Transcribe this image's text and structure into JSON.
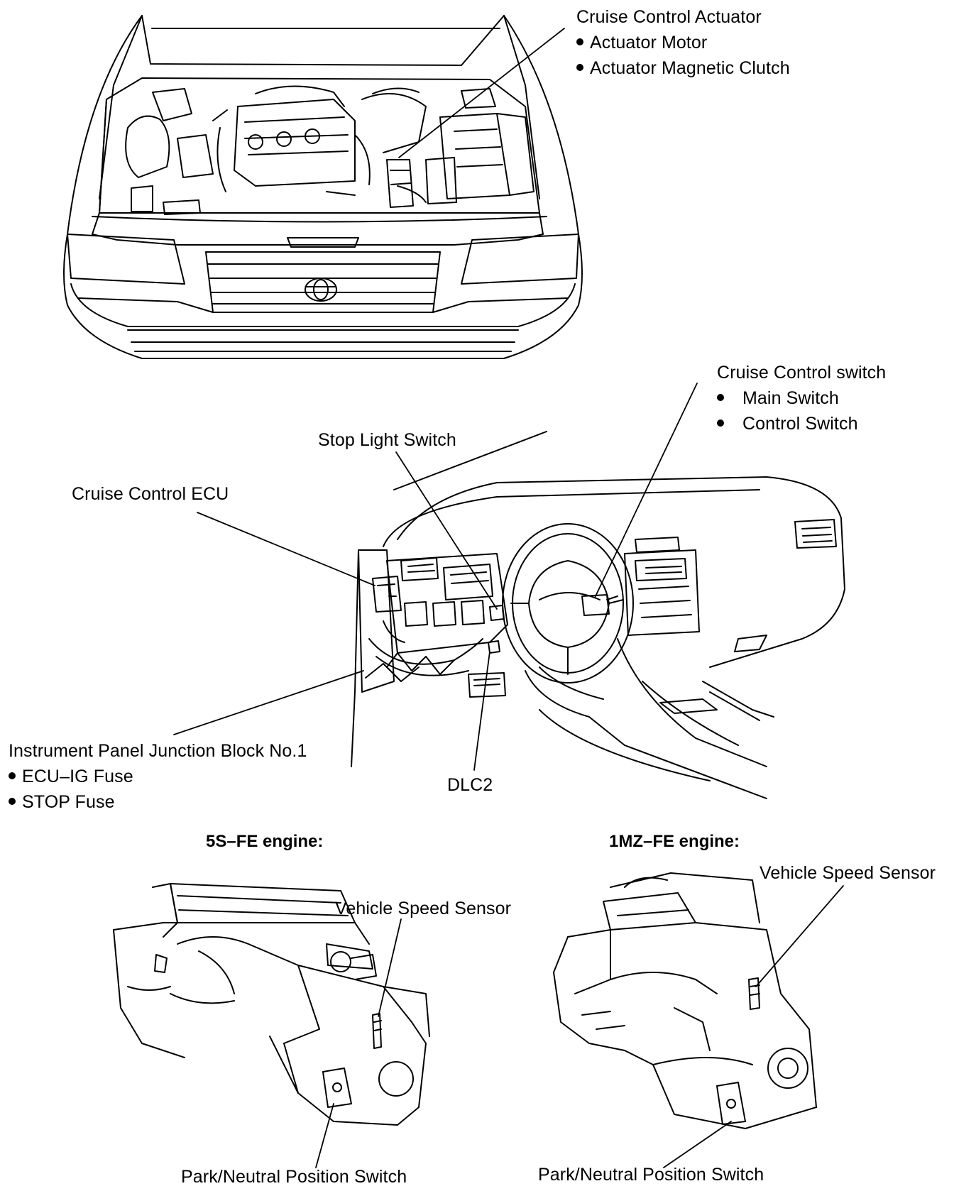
{
  "labels": {
    "actuator": {
      "title": "Cruise Control Actuator",
      "items": [
        "Actuator Motor",
        "Actuator Magnetic Clutch"
      ]
    },
    "switch": {
      "title": "Cruise Control switch",
      "items": [
        "Main Switch",
        "Control Switch"
      ]
    },
    "stop_light": "Stop Light Switch",
    "ecu": "Cruise Control ECU",
    "junction": {
      "title": "Instrument Panel Junction Block No.1",
      "items": [
        "ECU–IG Fuse",
        "STOP Fuse"
      ]
    },
    "dlc2": "DLC2"
  },
  "engines": [
    {
      "heading": "5S–FE engine:",
      "speed_sensor": "Vehicle Speed Sensor",
      "pn_switch": "Park/Neutral Position Switch"
    },
    {
      "heading": "1MZ–FE engine:",
      "speed_sensor": "Vehicle Speed Sensor",
      "pn_switch": "Park/Neutral Position Switch"
    }
  ],
  "colors": {
    "line": "#000000",
    "background": "#ffffff"
  }
}
